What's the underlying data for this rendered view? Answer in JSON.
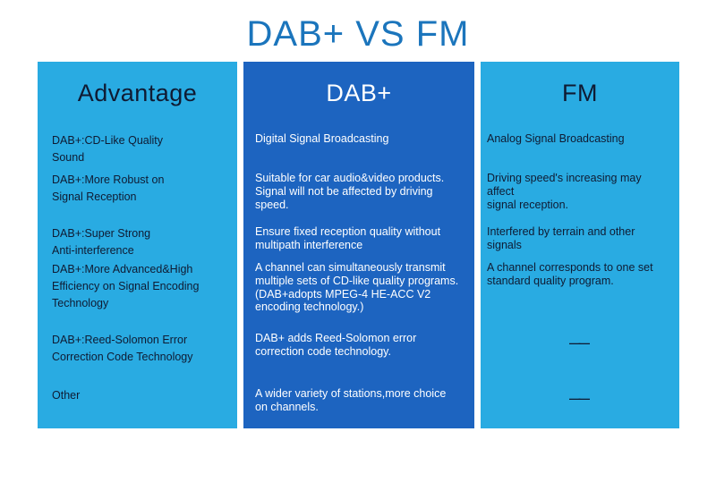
{
  "title": "DAB+ VS FM",
  "colors": {
    "title_text": "#1B75BC",
    "light_column_bg": "#29ABE2",
    "dark_column_bg": "#1D64C0",
    "dark_text": "#0F1B33",
    "light_text": "#FFFFFF",
    "page_bg": "#FFFFFF"
  },
  "columns": [
    {
      "header": "Advantage",
      "cells": [
        "DAB+:CD-Like Quality\nSound",
        "DAB+:More Robust on\nSignal Reception",
        "DAB+:Super Strong\nAnti-interference",
        "DAB+:More Advanced&High\nEfficiency on Signal Encoding\nTechnology",
        "DAB+:Reed-Solomon Error\nCorrection Code Technology",
        "Other"
      ]
    },
    {
      "header": "DAB+",
      "cells": [
        "Digital Signal Broadcasting",
        "Suitable for car audio&video products.\nSignal will not be affected by driving\nspeed.",
        "Ensure fixed reception quality without\nmultipath interference",
        "A channel can simultaneously transmit\nmultiple sets of CD-like quality programs.\n(DAB+adopts MPEG-4 HE-ACC V2\nencoding technology.)",
        "DAB+ adds Reed-Solomon error\ncorrection code technology.",
        "A wider variety of stations,more choice\non channels."
      ]
    },
    {
      "header": "FM",
      "cells": [
        "Analog Signal Broadcasting",
        "Driving speed's increasing may affect\nsignal reception.",
        "Interfered by terrain and other signals",
        "A channel corresponds to one set\nstandard quality program.",
        "——",
        "——"
      ]
    }
  ]
}
